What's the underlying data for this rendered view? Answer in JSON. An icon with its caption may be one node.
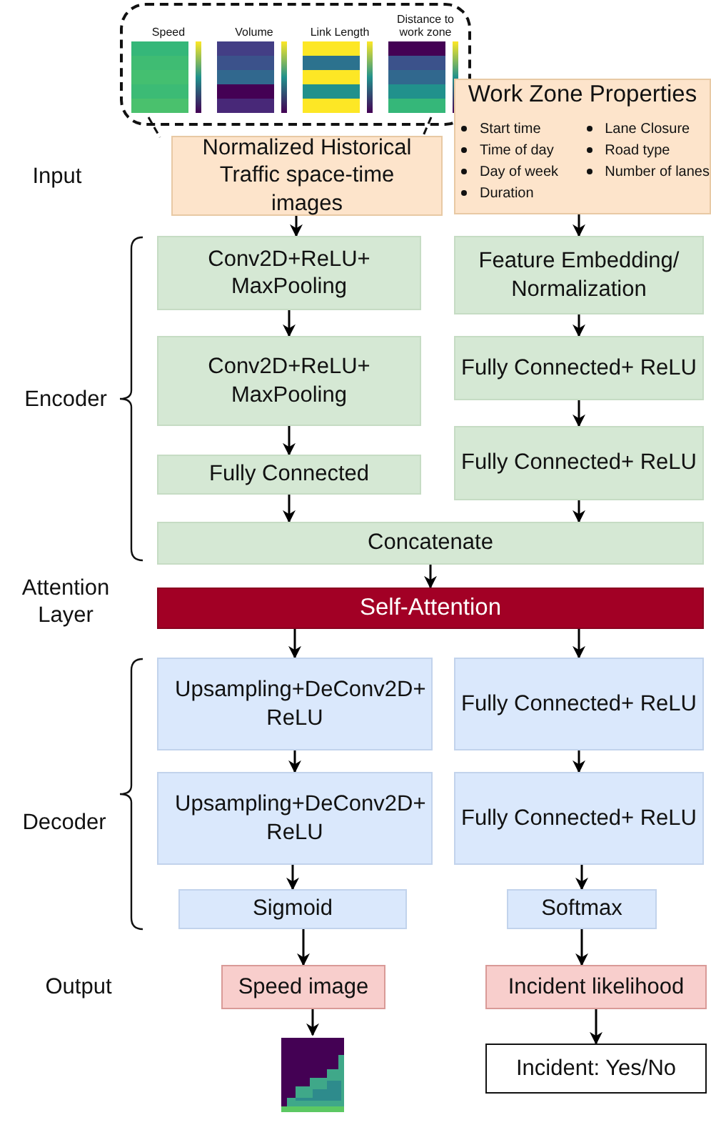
{
  "diagram": {
    "nodes": [
      {
        "text": [
          "Speed",
          "Volume",
          "Link Length",
          "Distance to work zone"
        ]
      },
      {
        "text": [
          "Normalized Historical Traffic space-time images"
        ]
      },
      {
        "text": [
          "Work Zone Properties",
          "Start time",
          "Time of day",
          "Day of week",
          "Duration",
          "Lane Closure",
          "Road type",
          "Number of lanes"
        ]
      },
      {
        "text": [
          "Conv2D+ReLU+ MaxPooling"
        ]
      },
      {
        "text": [
          "Conv2D+ReLU+ MaxPooling"
        ]
      },
      {
        "text": [
          "Fully Connected"
        ]
      },
      {
        "text": [
          "Feature Embedding/ Normalization"
        ]
      },
      {
        "text": [
          "Fully Connected+ ReLU"
        ]
      },
      {
        "text": [
          "Fully Connected+ ReLU"
        ]
      },
      {
        "text": [
          "Concatenate"
        ]
      },
      {
        "text": [
          "Self-Attention"
        ]
      },
      {
        "text": [
          "Upsampling+DeConv2D+ ReLU"
        ]
      },
      {
        "text": [
          "Upsampling+DeConv2D+ ReLU"
        ]
      },
      {
        "text": [
          "Sigmoid"
        ]
      },
      {
        "text": [
          "Fully Connected+ ReLU"
        ]
      },
      {
        "text": [
          "Fully Connected+ ReLU"
        ]
      },
      {
        "text": [
          "Softmax"
        ]
      },
      {
        "text": [
          "Speed image"
        ]
      },
      {
        "text": [
          "Incident likelihood"
        ]
      },
      {
        "text": [],
        "shape": "picture"
      },
      {
        "text": [
          "Incident: Yes/No"
        ]
      }
    ],
    "edges": [
      {
        "from": 1,
        "to": 3,
        "arrow": "to"
      },
      {
        "from": 2,
        "to": 6,
        "arrow": "to"
      },
      {
        "from": 3,
        "to": 4,
        "arrow": "to"
      },
      {
        "from": 4,
        "to": 5,
        "arrow": "to"
      },
      {
        "from": 5,
        "to": 9,
        "arrow": "to"
      },
      {
        "from": 6,
        "to": 7,
        "arrow": "to"
      },
      {
        "from": 7,
        "to": 8,
        "arrow": "to"
      },
      {
        "from": 8,
        "to": 9,
        "arrow": "to"
      },
      {
        "from": 9,
        "to": 10,
        "arrow": "to"
      },
      {
        "from": 10,
        "to": 11,
        "arrow": "to"
      },
      {
        "from": 10,
        "to": 14,
        "arrow": "to"
      },
      {
        "from": 11,
        "to": 12,
        "arrow": "to"
      },
      {
        "from": 12,
        "to": 13,
        "arrow": "to"
      },
      {
        "from": 13,
        "to": 17,
        "arrow": "to"
      },
      {
        "from": 14,
        "to": 15,
        "arrow": "to"
      },
      {
        "from": 15,
        "to": 16,
        "arrow": "to"
      },
      {
        "from": 16,
        "to": 18,
        "arrow": "to"
      },
      {
        "from": 17,
        "to": 19,
        "arrow": "to"
      },
      {
        "from": 18,
        "to": 20,
        "arrow": "to"
      }
    ],
    "labels": [
      "Input",
      "Encoder",
      "Attention Layer",
      "Decoder",
      "Output"
    ]
  }
}
